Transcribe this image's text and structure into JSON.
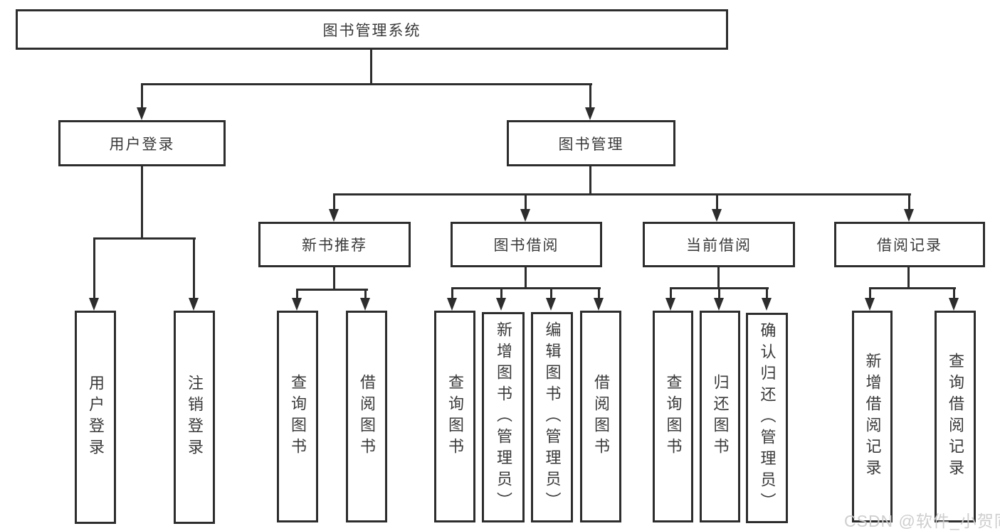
{
  "tree": {
    "label": "图书管理系统",
    "children": [
      {
        "label": "用户登录",
        "children": [
          {
            "label": "用户登录"
          },
          {
            "label": "注销登录"
          }
        ]
      },
      {
        "label": "图书管理",
        "children": [
          {
            "label": "新书推荐",
            "children": [
              {
                "label": "查询图书"
              },
              {
                "label": "借阅图书"
              }
            ]
          },
          {
            "label": "图书借阅",
            "children": [
              {
                "label": "查询图书"
              },
              {
                "label": "新增图书（管理员）"
              },
              {
                "label": "编辑图书（管理员）"
              },
              {
                "label": "借阅图书"
              }
            ]
          },
          {
            "label": "当前借阅",
            "children": [
              {
                "label": "查询图书"
              },
              {
                "label": "归还图书"
              },
              {
                "label": "确认归还（管理员）"
              }
            ]
          },
          {
            "label": "借阅记录",
            "children": [
              {
                "label": "新增借阅记录"
              },
              {
                "label": "查询借阅记录"
              }
            ]
          }
        ]
      }
    ]
  },
  "watermark": {
    "text": "CSDN @软件_小贺同学"
  },
  "colors": {
    "line": "#2d2d2d",
    "text": "#3a3a3a",
    "watermark": "#cccccc",
    "background": "#ffffff"
  }
}
